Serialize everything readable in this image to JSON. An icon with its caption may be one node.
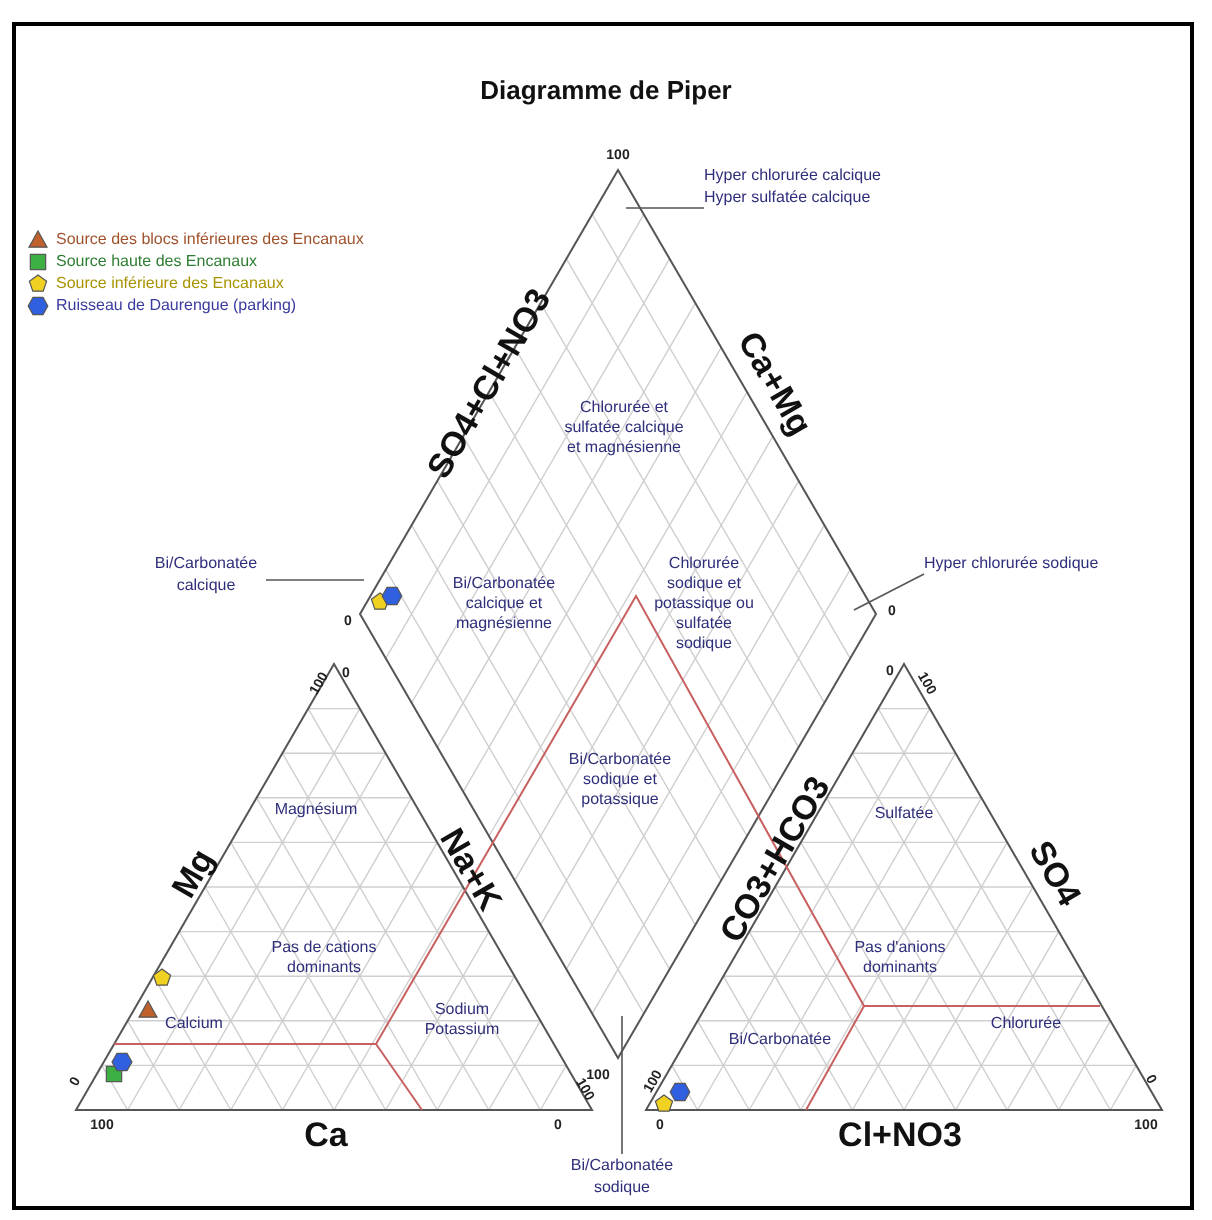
{
  "diagram": {
    "title": "Diagramme de Piper",
    "nodes": [
      {
        "text": [
          "Hyper chlorurée calcique",
          "Hyper sulfatée calcique"
        ]
      },
      {
        "text": [
          "Bi/Carbonatée calcique"
        ]
      },
      {
        "text": [
          "Hyper chlorurée sodique"
        ]
      },
      {
        "text": [
          "Bi/Carbonatée sodique"
        ]
      }
    ],
    "edges": [
      {
        "from": 0,
        "to": null,
        "arrow": "none"
      },
      {
        "from": 1,
        "to": null,
        "arrow": "none"
      },
      {
        "from": 2,
        "to": null,
        "arrow": "none"
      },
      {
        "from": 3,
        "to": null,
        "arrow": "none"
      }
    ],
    "labels": [
      "100",
      "SO4+Cl+NO3",
      "Ca+Mg",
      "Chlorurée et sulfatée calcique et magnésienne",
      "0",
      "Bi/Carbonatée calcique et magnésienne",
      "Chlorurée sodique et potassique ou sulfatée sodique",
      "0",
      "100",
      "0",
      "0",
      "100",
      "Bi/Carbonatée sodique et potassique",
      "Magnésium",
      "Mg",
      "Na+K",
      "CO3+HCO3",
      "SO4",
      "Sulfatée",
      "Pas de cations dominants",
      "Pas d'anions dominants",
      "Calcium",
      "Sodium Potassium",
      "Bi/Carbonatée",
      "Chlorurée",
      "0",
      "100",
      "100",
      "100",
      "0",
      "100",
      "Ca",
      "0",
      "0",
      "Cl+NO3",
      "100"
    ],
    "legend": [
      {
        "text": "Source des blocs inférieures des Encanaux"
      },
      {
        "text": "Source haute des Encanaux"
      },
      {
        "text": "Source inférieure des Encanaux"
      },
      {
        "text": "Ruisseau de Daurengue (parking)"
      }
    ]
  }
}
